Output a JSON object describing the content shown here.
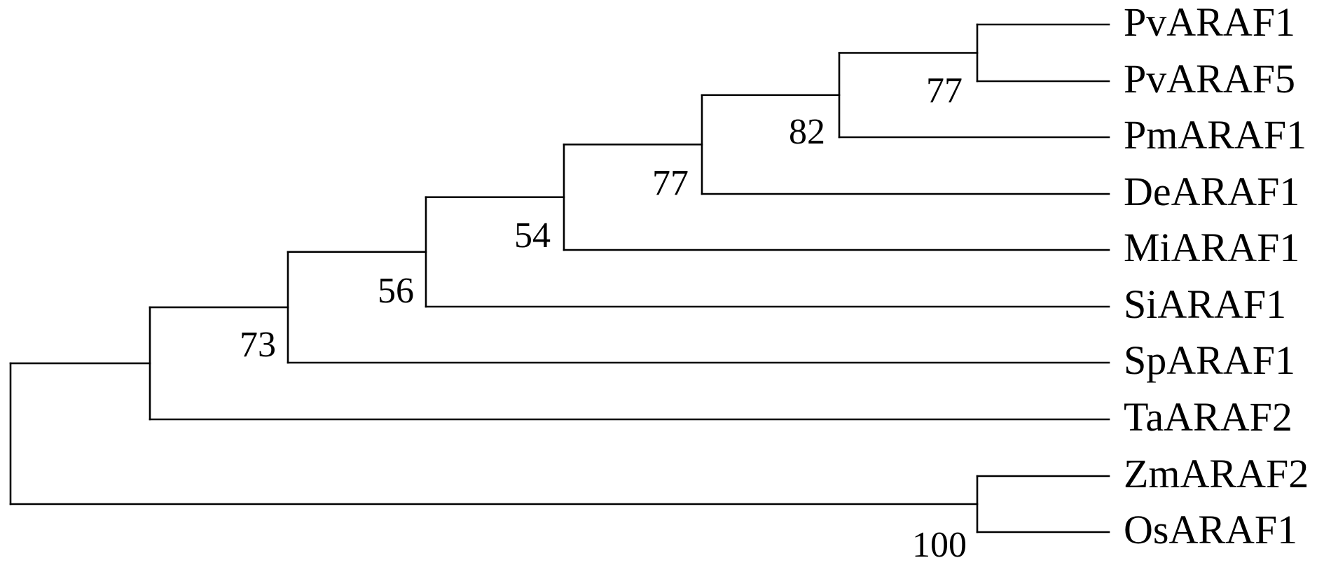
{
  "tree": {
    "taxa": [
      {
        "id": "t1",
        "label": "PvARAF1"
      },
      {
        "id": "t2",
        "label": "PvARAF5"
      },
      {
        "id": "t3",
        "label": "PmARAF1"
      },
      {
        "id": "t4",
        "label": "DeARAF1"
      },
      {
        "id": "t5",
        "label": "MiARAF1"
      },
      {
        "id": "t6",
        "label": "SiARAF1"
      },
      {
        "id": "t7",
        "label": "SpARAF1"
      },
      {
        "id": "t8",
        "label": "TaARAF2"
      },
      {
        "id": "t9",
        "label": "ZmARAF2"
      },
      {
        "id": "t10",
        "label": "OsARAF1"
      }
    ],
    "clades": [
      {
        "id": "c_pv",
        "support": "77",
        "children": [
          "t1",
          "t2"
        ]
      },
      {
        "id": "c_pm",
        "support": "82",
        "children": [
          "c_pv",
          "t3"
        ]
      },
      {
        "id": "c_de",
        "support": "77",
        "children": [
          "c_pm",
          "t4"
        ]
      },
      {
        "id": "c_mi",
        "support": "54",
        "children": [
          "c_de",
          "t5"
        ]
      },
      {
        "id": "c_si",
        "support": "56",
        "children": [
          "c_mi",
          "t6"
        ]
      },
      {
        "id": "c_sp",
        "support": "73",
        "children": [
          "c_si",
          "t7"
        ]
      },
      {
        "id": "c_ta",
        "support": "",
        "children": [
          "c_sp",
          "t8"
        ]
      },
      {
        "id": "c_zo",
        "support": "100",
        "children": [
          "t9",
          "t10"
        ]
      },
      {
        "id": "root",
        "support": "",
        "children": [
          "c_ta",
          "c_zo"
        ]
      }
    ]
  }
}
